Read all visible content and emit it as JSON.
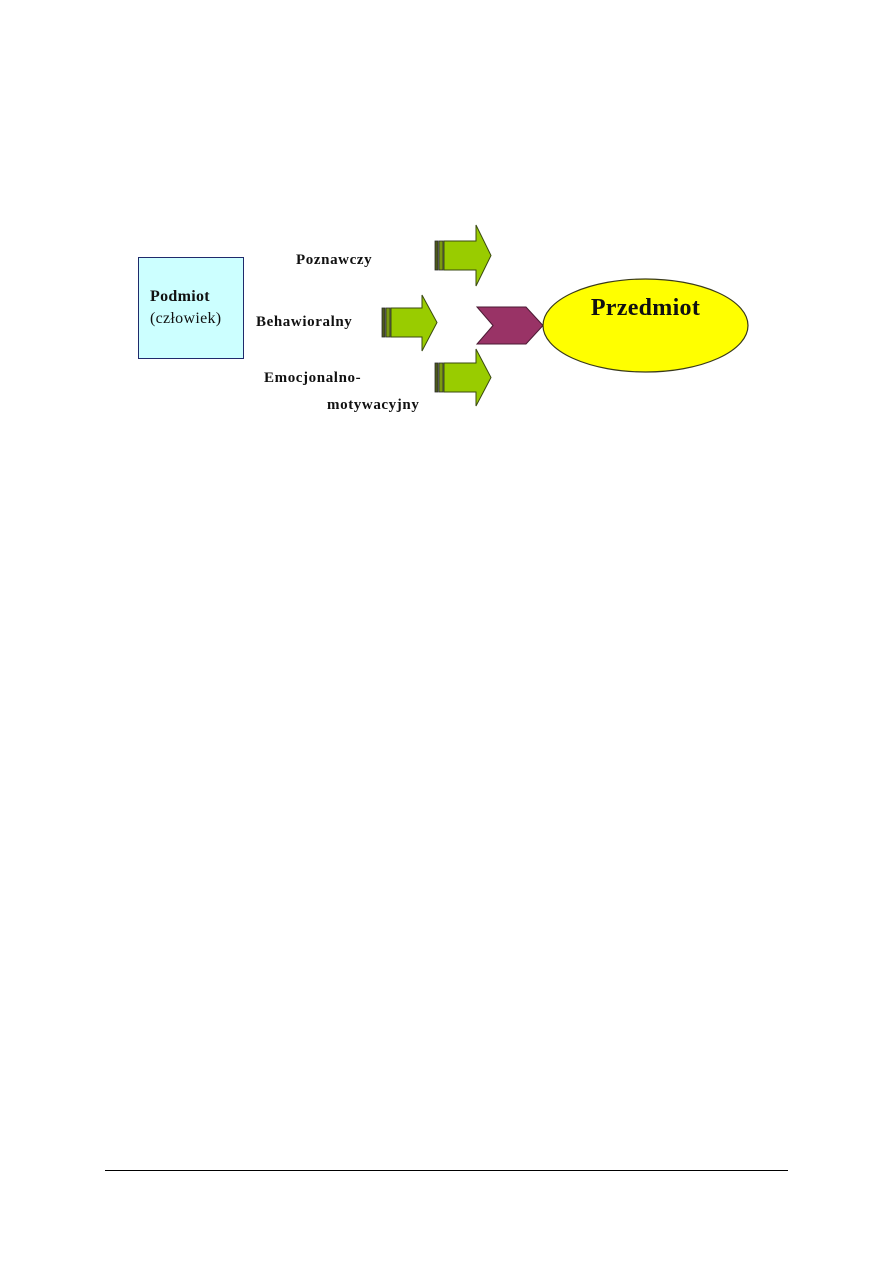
{
  "diagram": {
    "subject": {
      "title": "Podmiot",
      "subtitle": "(człowiek)",
      "fill_color": "#ccffff",
      "border_color": "#1f2a6b"
    },
    "components": [
      {
        "label": "Poznawczy",
        "arrow_icon": "green-block-arrow-right"
      },
      {
        "label": "Behawioralny",
        "arrow_icon": "green-block-arrow-right"
      },
      {
        "label_line1": "Emocjonalno-",
        "label_line2": "motywacyjny",
        "arrow_icon": "green-block-arrow-right"
      }
    ],
    "connector": {
      "icon": "chevron-arrow-right",
      "color": "#993366"
    },
    "object": {
      "label": "Przedmiot",
      "fill_color": "#ffff00"
    },
    "arrow_color": "#99cc00"
  }
}
